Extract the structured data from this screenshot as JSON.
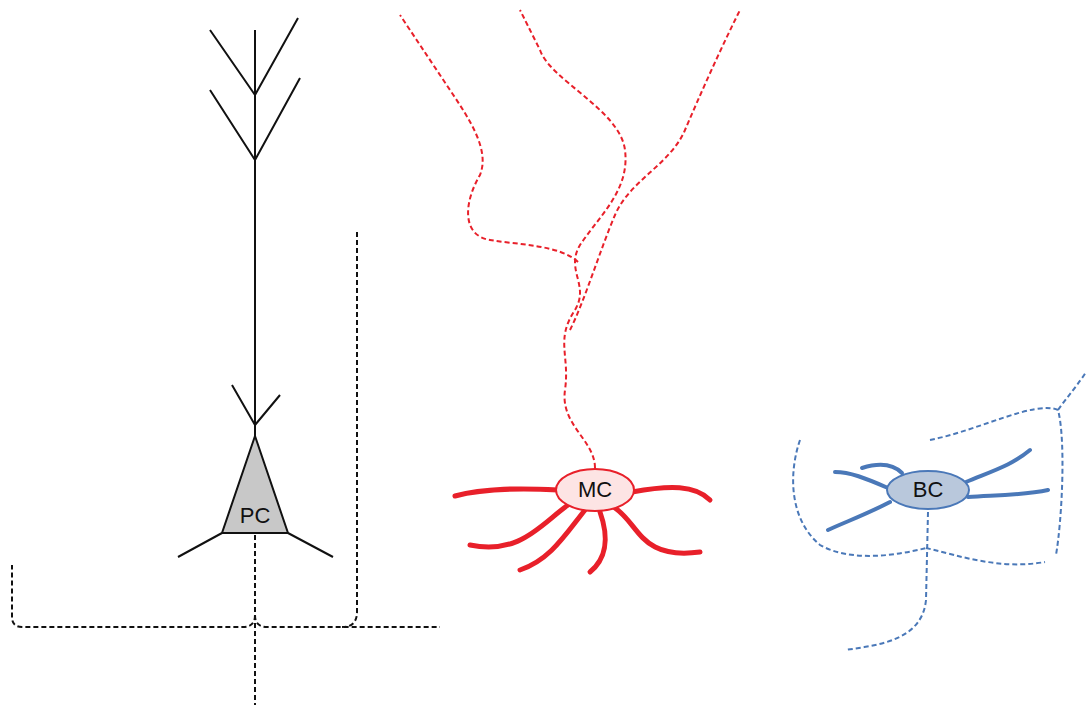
{
  "diagram": {
    "nodes": [
      {
        "text": [
          "PC"
        ]
      },
      {
        "text": [
          "MC"
        ]
      },
      {
        "text": [
          "BC"
        ]
      }
    ]
  }
}
